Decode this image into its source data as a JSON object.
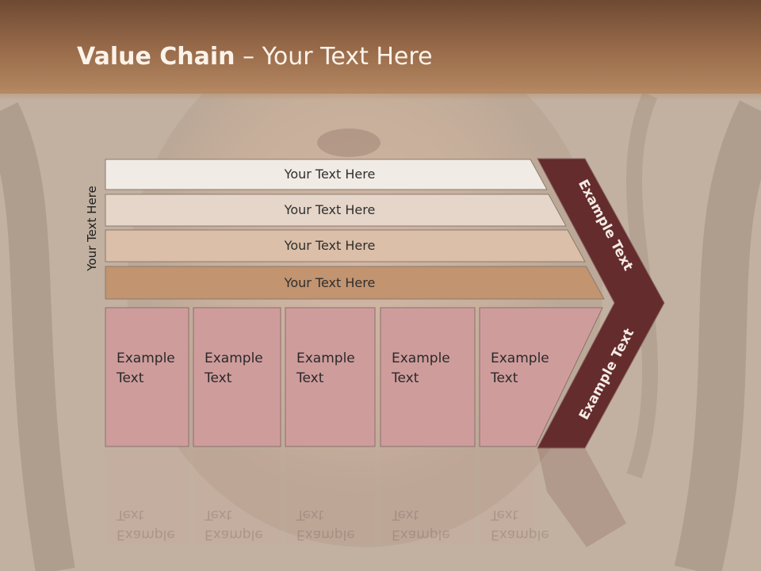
{
  "slide": {
    "title_bold": "Value Chain",
    "title_rest": " – Your Text Here",
    "side_label": "Your Text Here"
  },
  "bars": [
    {
      "label": "Your Text Here",
      "fill": "#f1ebe6"
    },
    {
      "label": "Your Text Here",
      "fill": "#e6d6c9"
    },
    {
      "label": "Your Text Here",
      "fill": "#dbbfa8"
    },
    {
      "label": "Your Text Here",
      "fill": "#c2946f"
    }
  ],
  "boxes": [
    {
      "label": "Example\nText"
    },
    {
      "label": "Example\nText"
    },
    {
      "label": "Example\nText"
    },
    {
      "label": "Example\nText"
    },
    {
      "label": "Example\nText"
    }
  ],
  "arrow": {
    "upper_label": "Example Text",
    "lower_label": "Example Text",
    "fill": "#642c2c"
  },
  "colors": {
    "box_fill": "#cf9c9c",
    "header": "#9a6c4b"
  }
}
